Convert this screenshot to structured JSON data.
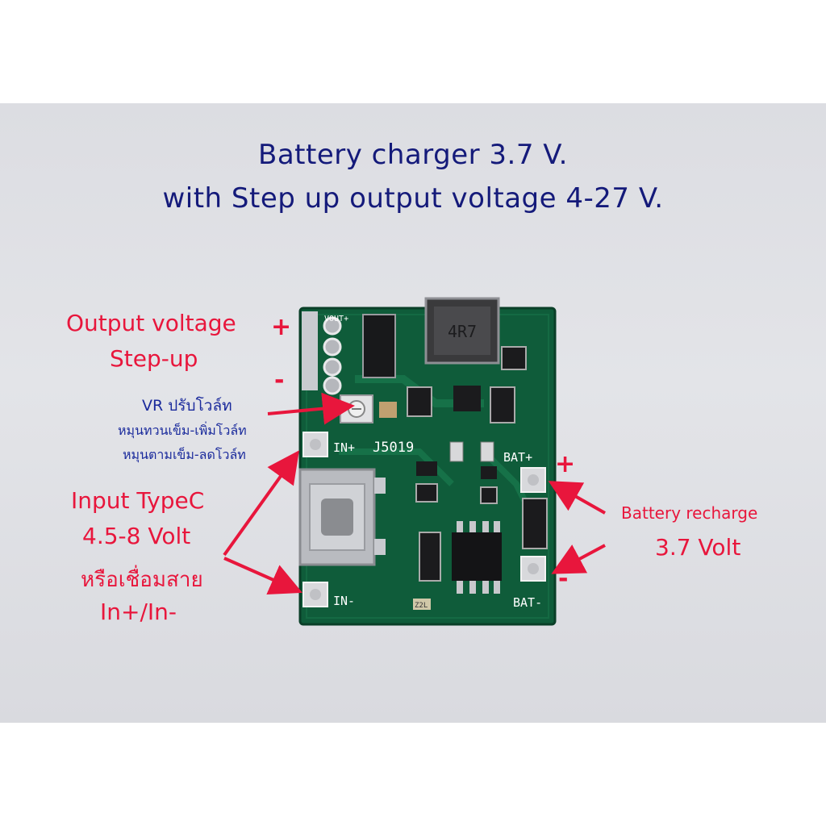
{
  "title": {
    "line1": "Battery charger 3.7 V.",
    "line2": "with Step up output voltage 4-27 V."
  },
  "output": {
    "line1": "Output voltage",
    "line2": "Step-up",
    "plus": "+",
    "minus": "-"
  },
  "vr": {
    "line1": "VR ปรับโวล์ท",
    "line2": "หมุนทวนเข็ม-เพิ่มโวล์ท",
    "line3": "หมุนตามเข็ม-ลดโวล์ท"
  },
  "input": {
    "line1": "Input TypeC",
    "line2": "4.5-8 Volt",
    "line3": "หรือเชื่อมสาย",
    "line4": "In+/In-"
  },
  "battery": {
    "line1": "Battery recharge",
    "line2": "3.7 Volt",
    "plus": "+",
    "minus": "-"
  },
  "pcb": {
    "vout_label": "VOUT+",
    "in_plus": "IN+",
    "in_minus": "IN-",
    "model": "J5019",
    "bat_plus": "BAT+",
    "bat_minus": "BAT-",
    "inductor": "4R7",
    "small_marking": "Z2L"
  },
  "colors": {
    "pcb": "#0f5c3a",
    "annotation_red": "#e8163c",
    "annotation_blue": "#1a2a9c",
    "title_navy": "#141a7a"
  }
}
